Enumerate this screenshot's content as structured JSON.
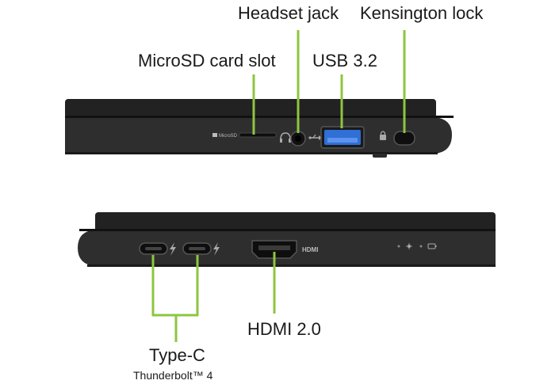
{
  "labels": {
    "headset_jack": "Headset jack",
    "kensington_lock": "Kensington lock",
    "microsd_slot": "MicroSD card slot",
    "usb": "USB 3.2",
    "hdmi": "HDMI 2.0",
    "type_c": "Type-C",
    "thunderbolt": "Thunderbolt™ 4"
  },
  "port_markings": {
    "microsd": "MicroSD",
    "hdmi_logo": "HDMI"
  },
  "colors": {
    "callout_line": "#8dc63f",
    "laptop_body": "#2b2b2b",
    "laptop_edge": "#1c1c1c",
    "usb_blue": "#2f6fd6",
    "background": "#ffffff"
  },
  "icons": [
    "headset-icon",
    "usb-symbol-icon",
    "lock-icon",
    "thunderbolt-icon",
    "power-led-icon",
    "brightness-icon",
    "battery-icon"
  ]
}
